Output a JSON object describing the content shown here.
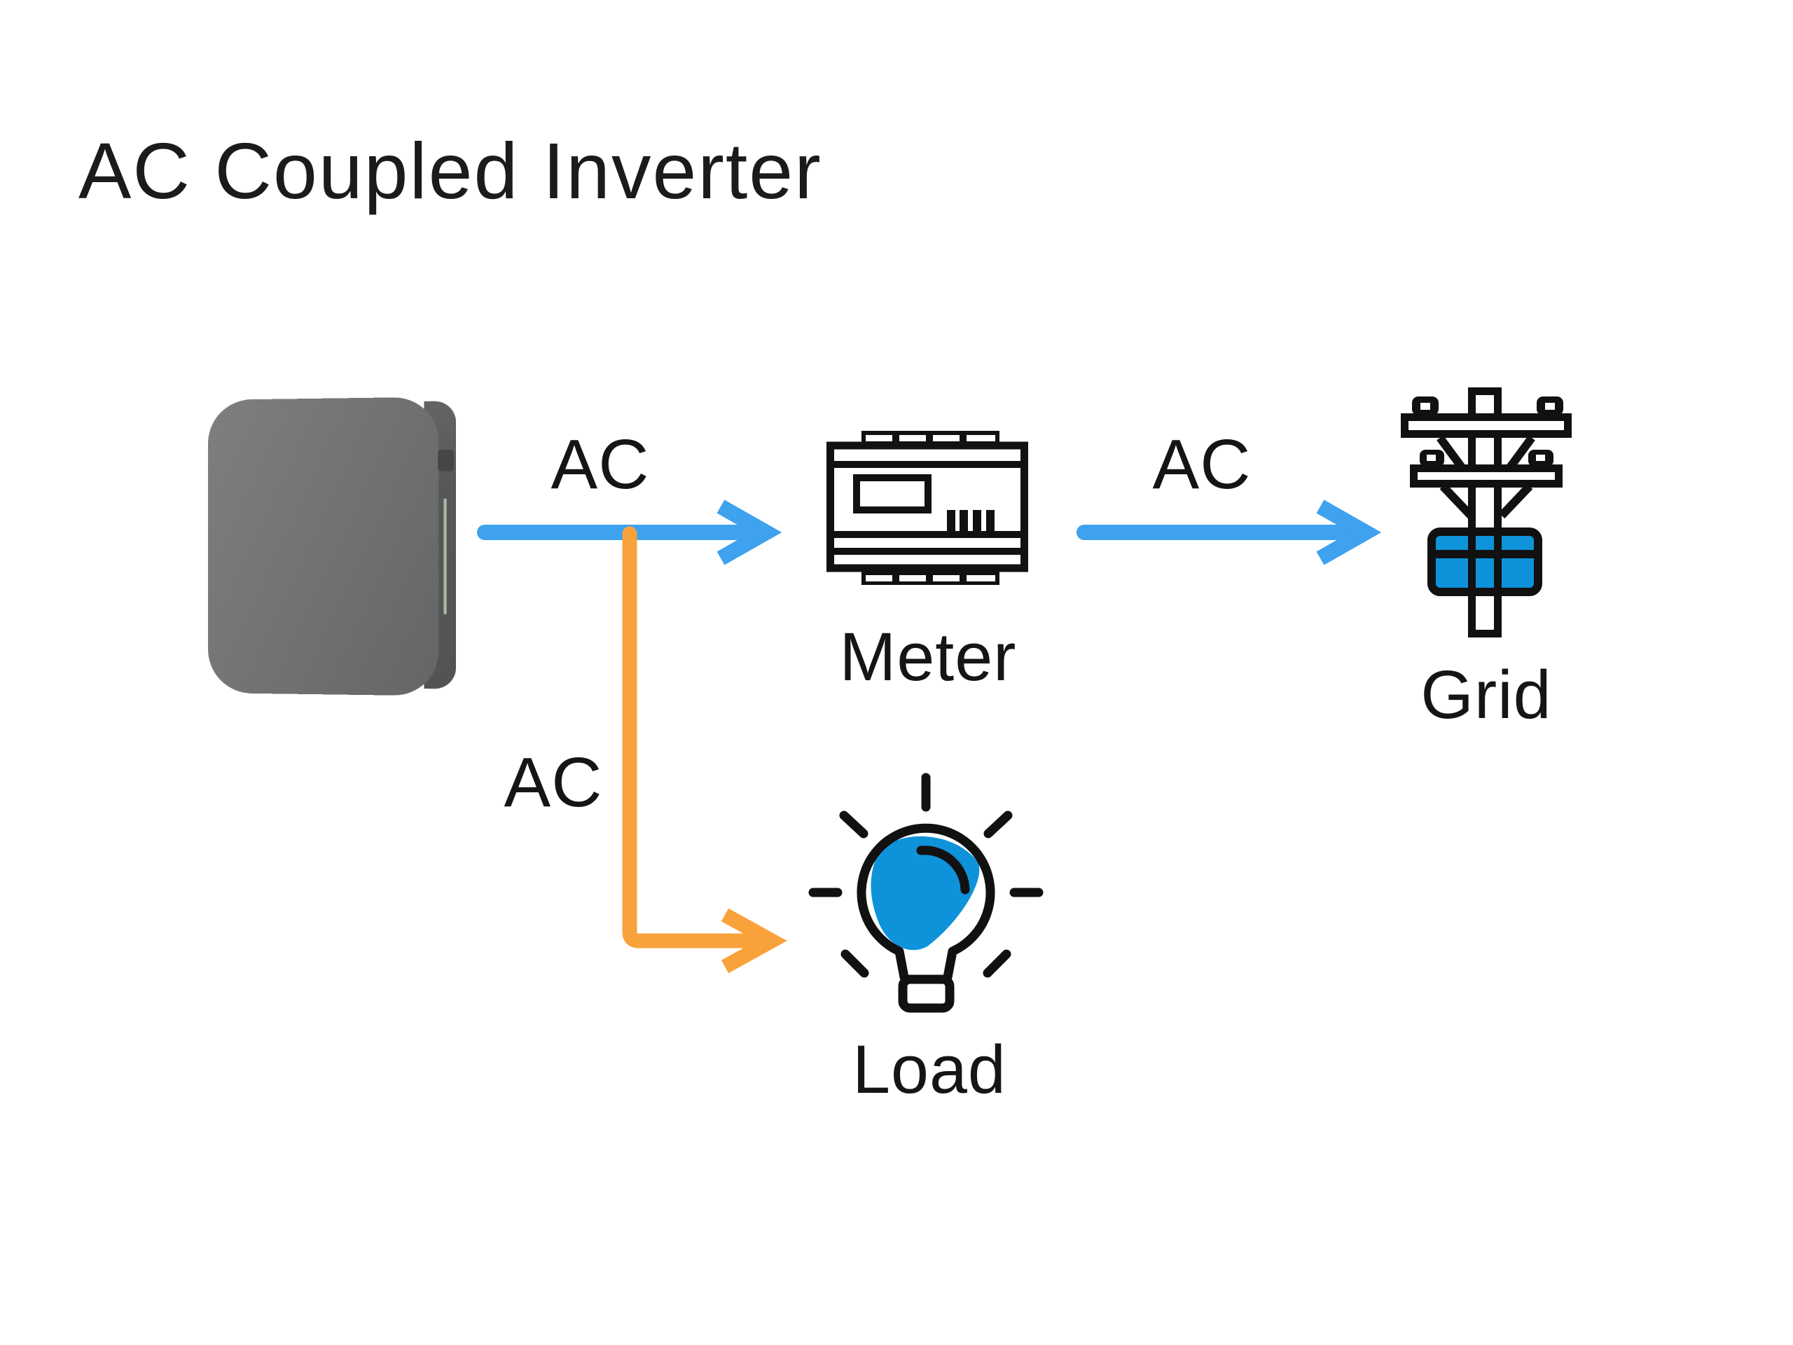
{
  "title": "AC Coupled Inverter",
  "nodes": {
    "meter": {
      "label": "Meter"
    },
    "grid": {
      "label": "Grid"
    },
    "load": {
      "label": "Load"
    }
  },
  "flows": [
    {
      "from": "inverter",
      "to": "meter",
      "label": "AC",
      "color": "#3EA2EE"
    },
    {
      "from": "meter",
      "to": "grid",
      "label": "AC",
      "color": "#3EA2EE"
    },
    {
      "from": "inverter",
      "to": "load",
      "label": "AC",
      "color": "#F9A13B"
    }
  ],
  "colors": {
    "arrow_blue": "#3EA2EE",
    "arrow_orange": "#F9A13B",
    "icon_accent_blue": "#0E93DB",
    "icon_outline": "#111111",
    "inverter_gray": "#707171",
    "background": "#FFFFFF",
    "text": "#1B1B1B"
  }
}
